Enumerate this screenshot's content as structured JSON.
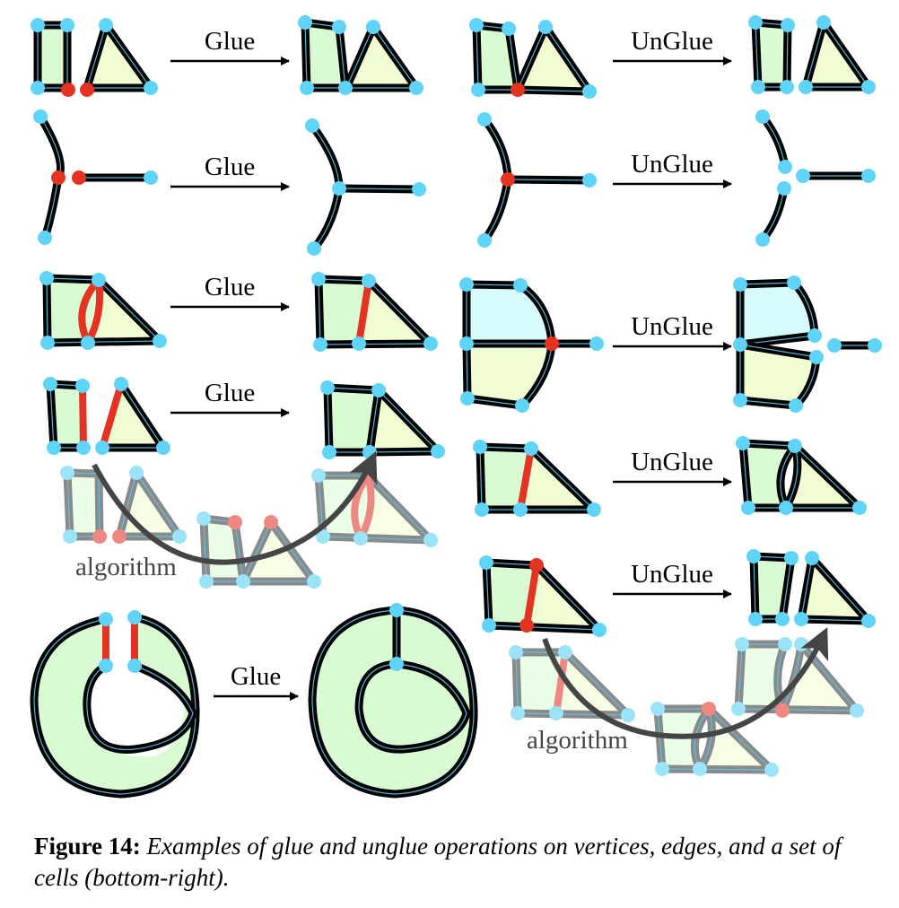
{
  "colors": {
    "vertex": "#5fd3f8",
    "selected": "#e53323",
    "edge_outer": "#000000",
    "edge_inner": "#5bc6e8",
    "cell_green": "#d8fbd4",
    "cell_yellow": "#f0fdd2",
    "cell_cyan": "#d6fbfb",
    "ghost_edge": "#8a8a8a",
    "ghost_vertex": "#9be3f8",
    "ghost_selected": "#ef8882",
    "algo_arrow": "#454545"
  },
  "operations": [
    {
      "id": "glue-vertex-cells",
      "label": "Glue"
    },
    {
      "id": "glue-vertex-curves",
      "label": "Glue"
    },
    {
      "id": "glue-double-edge",
      "label": "Glue"
    },
    {
      "id": "glue-edges",
      "label": "Glue"
    },
    {
      "id": "glue-ring",
      "label": "Glue"
    },
    {
      "id": "unglue-vertex-cells",
      "label": "UnGlue"
    },
    {
      "id": "unglue-vertex-curves",
      "label": "UnGlue"
    },
    {
      "id": "unglue-vertex-fan",
      "label": "UnGlue"
    },
    {
      "id": "unglue-edge",
      "label": "UnGlue"
    },
    {
      "id": "unglue-cells",
      "label": "UnGlue"
    }
  ],
  "algorithm_labels": [
    "algorithm",
    "algorithm"
  ],
  "caption": {
    "number": "Figure 14:",
    "text": "Examples of glue and unglue operations on vertices, edges, and a set of cells (bottom-right)."
  }
}
